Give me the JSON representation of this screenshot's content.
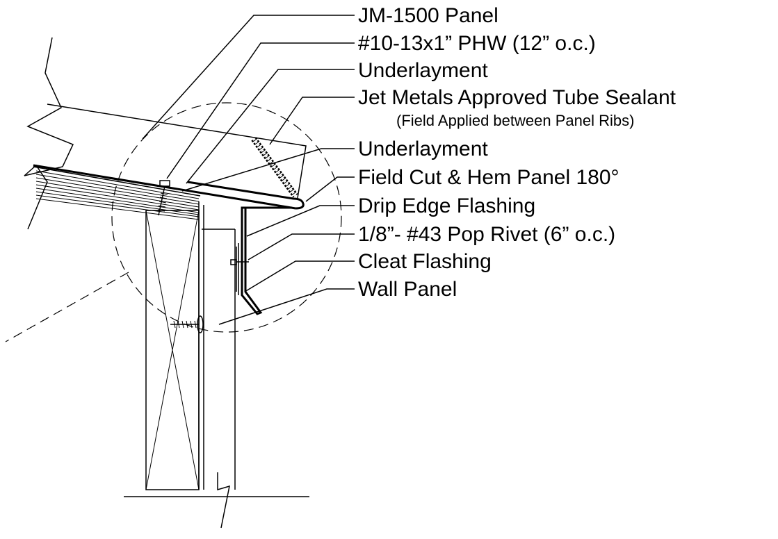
{
  "labels": {
    "panel": "JM-1500  Panel",
    "fastener": "#10-13x1” PHW (12” o.c.)",
    "underlayment_top": "Underlayment",
    "sealant": "Jet Metals Approved Tube Sealant",
    "sealant_note": "(Field Applied between Panel Ribs)",
    "underlayment_bottom": "Underlayment",
    "hem": "Field Cut & Hem Panel 180°",
    "drip_edge": "Drip Edge Flashing",
    "rivet": "1/8”- #43 Pop Rivet (6” o.c.)",
    "cleat": "Cleat Flashing",
    "wall_panel": "Wall Panel"
  }
}
